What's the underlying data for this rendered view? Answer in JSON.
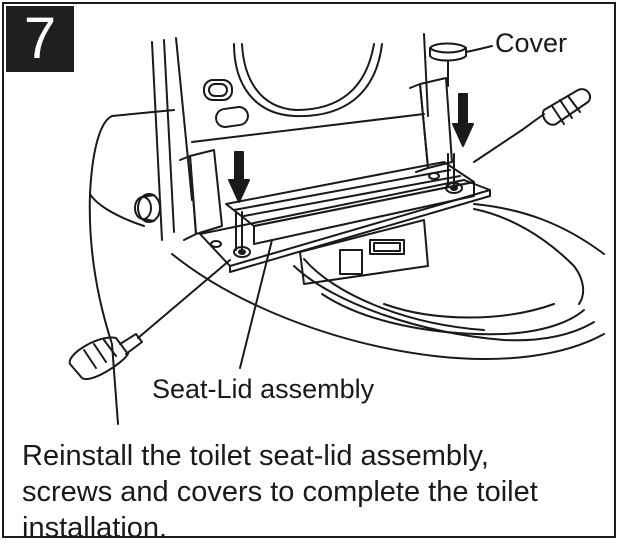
{
  "step": {
    "number": "7"
  },
  "callouts": {
    "cover": "Cover",
    "seat_lid_assembly": "Seat-Lid assembly"
  },
  "instruction": {
    "lines": [
      "Reinstall the toilet seat-lid assembly,",
      "screws and covers to complete the toilet",
      "installation."
    ]
  },
  "colors": {
    "ink": "#1a1a1a",
    "background": "#ffffff"
  },
  "icons": [
    "down-arrow-icon",
    "screwdriver-icon",
    "screw-icon",
    "cover-cap-icon"
  ]
}
